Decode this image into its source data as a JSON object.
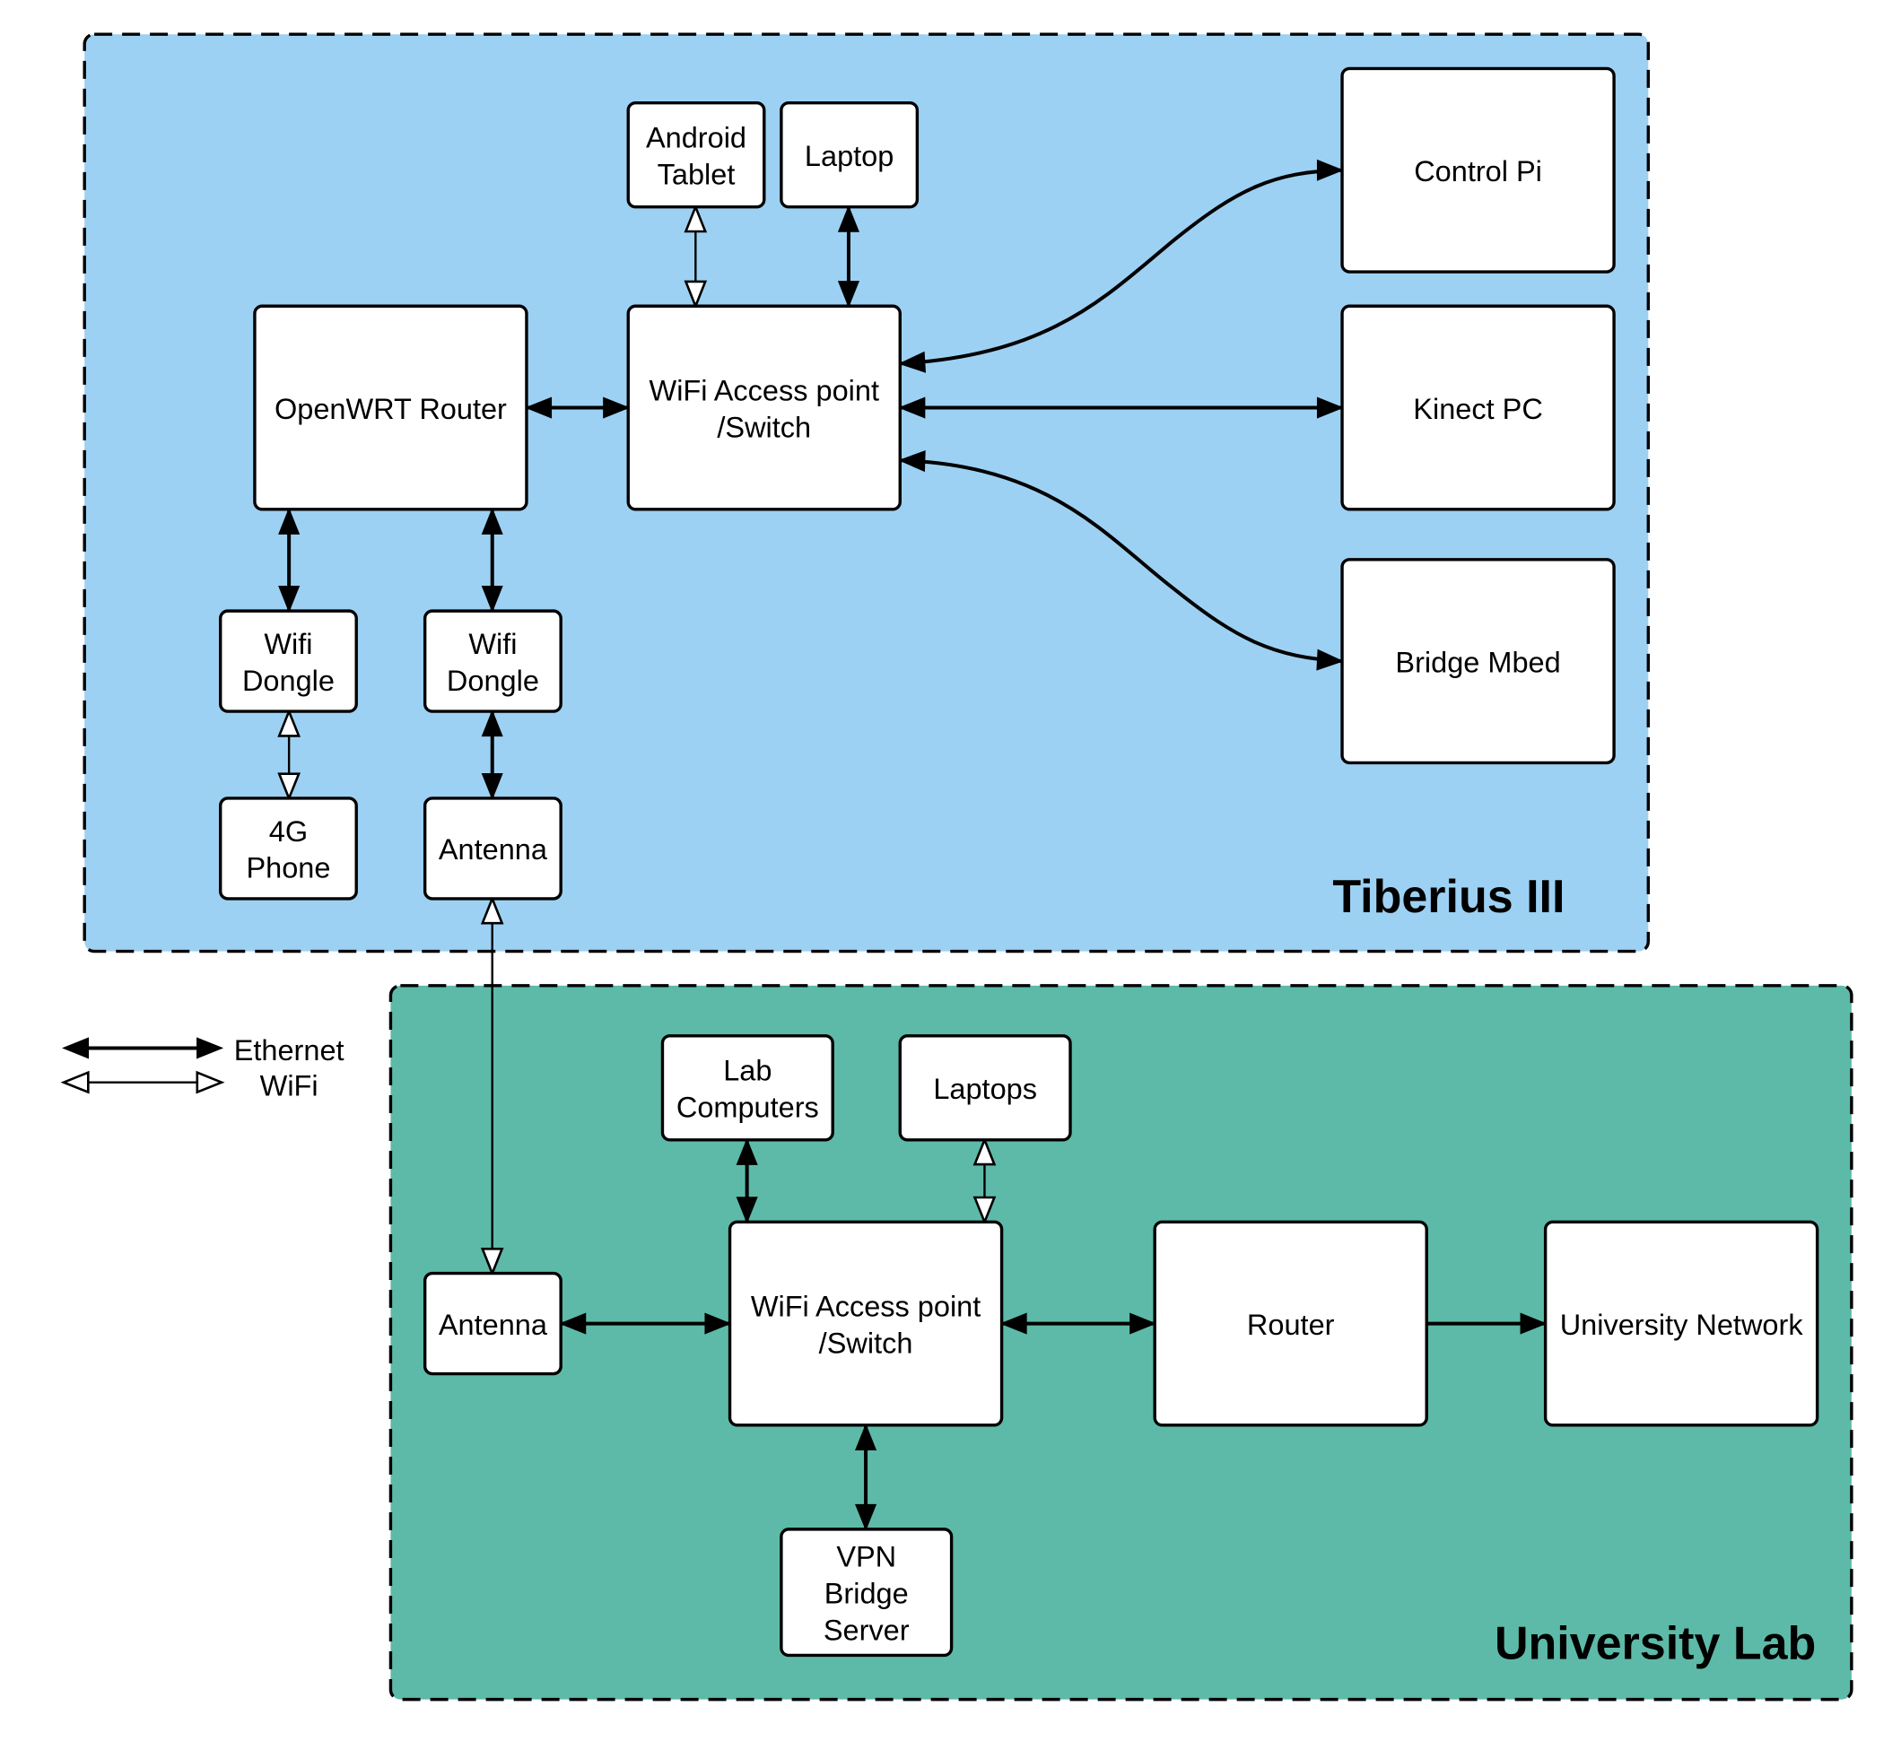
{
  "colors": {
    "tiberius_region": "#9dd1f3",
    "lab_region": "#5dbaa8",
    "node_fill": "#ffffff",
    "stroke": "#000000"
  },
  "regions": [
    {
      "id": "tiberius",
      "title": "Tiberius III"
    },
    {
      "id": "lab",
      "title": "University Lab"
    }
  ],
  "nodes": [
    {
      "id": "android",
      "lines": [
        "Android",
        "Tablet"
      ]
    },
    {
      "id": "laptop",
      "lines": [
        "Laptop"
      ]
    },
    {
      "id": "controlpi",
      "lines": [
        "Control Pi"
      ]
    },
    {
      "id": "openwrt",
      "lines": [
        "OpenWRT Router"
      ]
    },
    {
      "id": "ap1",
      "lines": [
        "WiFi Access point",
        "/Switch"
      ]
    },
    {
      "id": "kinect",
      "lines": [
        "Kinect PC"
      ]
    },
    {
      "id": "dongle1",
      "lines": [
        "Wifi",
        "Dongle"
      ]
    },
    {
      "id": "dongle2",
      "lines": [
        "Wifi",
        "Dongle"
      ]
    },
    {
      "id": "bridge",
      "lines": [
        "Bridge Mbed"
      ]
    },
    {
      "id": "phone",
      "lines": [
        "4G",
        "Phone"
      ]
    },
    {
      "id": "antenna1",
      "lines": [
        "Antenna"
      ]
    },
    {
      "id": "labcomp",
      "lines": [
        "Lab",
        "Computers"
      ]
    },
    {
      "id": "laptops",
      "lines": [
        "Laptops"
      ]
    },
    {
      "id": "antenna2",
      "lines": [
        "Antenna"
      ]
    },
    {
      "id": "ap2",
      "lines": [
        "WiFi Access point",
        "/Switch"
      ]
    },
    {
      "id": "router",
      "lines": [
        "Router"
      ]
    },
    {
      "id": "uninet",
      "lines": [
        "University Network"
      ]
    },
    {
      "id": "vpn",
      "lines": [
        "VPN",
        "Bridge",
        "Server"
      ]
    }
  ],
  "edges": [
    {
      "from": "android",
      "to": "ap1",
      "type": "wifi",
      "direction": "both"
    },
    {
      "from": "laptop",
      "to": "ap1",
      "type": "ethernet",
      "direction": "both"
    },
    {
      "from": "openwrt",
      "to": "ap1",
      "type": "ethernet",
      "direction": "both"
    },
    {
      "from": "ap1",
      "to": "controlpi",
      "type": "ethernet",
      "direction": "both"
    },
    {
      "from": "ap1",
      "to": "kinect",
      "type": "ethernet",
      "direction": "both"
    },
    {
      "from": "ap1",
      "to": "bridge",
      "type": "ethernet",
      "direction": "both"
    },
    {
      "from": "openwrt",
      "to": "dongle1",
      "type": "ethernet",
      "direction": "both"
    },
    {
      "from": "openwrt",
      "to": "dongle2",
      "type": "ethernet",
      "direction": "both"
    },
    {
      "from": "dongle1",
      "to": "phone",
      "type": "wifi",
      "direction": "both"
    },
    {
      "from": "dongle2",
      "to": "antenna1",
      "type": "ethernet",
      "direction": "both"
    },
    {
      "from": "antenna1",
      "to": "antenna2",
      "type": "wifi",
      "direction": "both"
    },
    {
      "from": "labcomp",
      "to": "ap2",
      "type": "ethernet",
      "direction": "both"
    },
    {
      "from": "laptops",
      "to": "ap2",
      "type": "wifi",
      "direction": "both"
    },
    {
      "from": "antenna2",
      "to": "ap2",
      "type": "ethernet",
      "direction": "both"
    },
    {
      "from": "ap2",
      "to": "router",
      "type": "ethernet",
      "direction": "both"
    },
    {
      "from": "router",
      "to": "uninet",
      "type": "ethernet",
      "direction": "forward"
    },
    {
      "from": "ap2",
      "to": "vpn",
      "type": "ethernet",
      "direction": "both"
    }
  ],
  "legend": [
    {
      "type": "ethernet",
      "label": "Ethernet"
    },
    {
      "type": "wifi",
      "label": "WiFi"
    }
  ]
}
